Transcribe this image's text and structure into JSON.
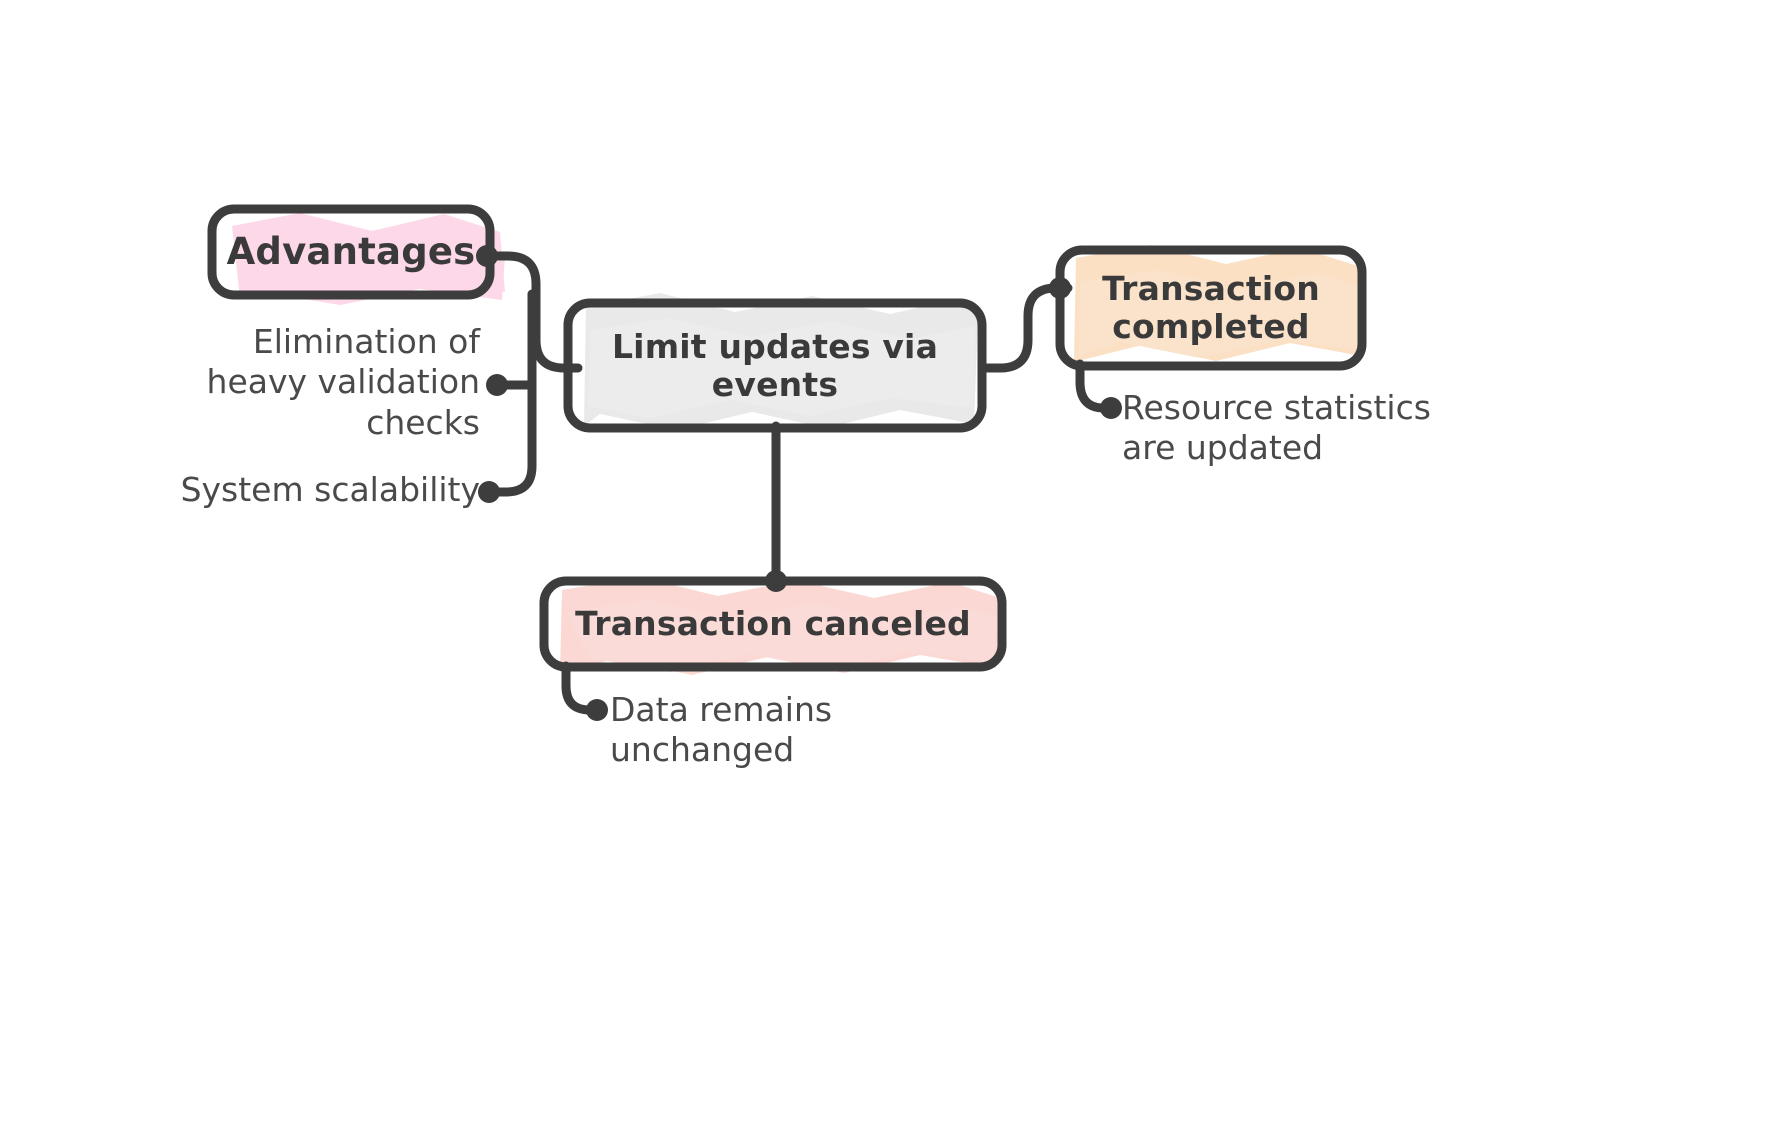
{
  "diagram": {
    "type": "mind-map",
    "title_text": "Limit updates via events",
    "stroke_color": "#3d3d3d",
    "text_color": "#3a3a3a",
    "leaf_text_color": "#4a4a4a",
    "background": "#ffffff"
  },
  "nodes": {
    "center": {
      "label": "Limit updates via\nevents",
      "line1": "Limit updates via",
      "line2": "events",
      "fill": "#ffffff",
      "highlight": "#e9e9e9"
    },
    "advantages": {
      "label": "Advantages",
      "fill": "#ffffff",
      "highlight": "#fcd8e8"
    },
    "completed": {
      "label": "Transaction\ncompleted",
      "line1": "Transaction",
      "line2": "completed",
      "fill": "#ffffff",
      "highlight": "#fbe0c4"
    },
    "canceled": {
      "label": "Transaction canceled",
      "fill": "#ffffff",
      "highlight": "#fbd8d4"
    }
  },
  "leaves": {
    "elimination": {
      "line1": "Elimination of",
      "line2": "heavy validation",
      "line3": "checks"
    },
    "scalability": {
      "line1": "System scalability"
    },
    "resource_stats": {
      "line1": "Resource statistics",
      "line2": "are updated"
    },
    "data_unchanged": {
      "line1": "Data remains",
      "line2": "unchanged"
    }
  }
}
